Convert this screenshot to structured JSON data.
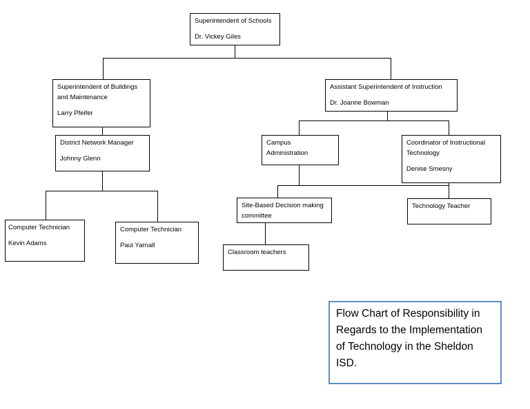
{
  "nodes": {
    "superintendent": {
      "title": "Superintendent of Schools",
      "name": "Dr. Vickey Giles"
    },
    "buildings": {
      "title": "Superintendent of Buildings and Maintenance",
      "name": "Larry Pfeifer"
    },
    "instruction": {
      "title": "Assistant Superintendent of Instruction",
      "name": "Dr. Joanne Bowman"
    },
    "network": {
      "title": "District Network Manager",
      "name": "Johnny Glenn"
    },
    "campus": {
      "title": "Campus Administration"
    },
    "coordinator": {
      "title": "Coordinator of Instructional Technology",
      "name": "Denise Smesny"
    },
    "tech1": {
      "title": "Computer Technician",
      "name": "Kevin Adams"
    },
    "tech2": {
      "title": "Computer Technician",
      "name": "Paul Yarnall"
    },
    "sbdm": {
      "title": "Site-Based Decision making committee"
    },
    "tech_teacher": {
      "title": "Technology Teacher"
    },
    "classroom": {
      "title": "Classroom teachers"
    }
  },
  "caption": "Flow Chart of Responsibility in Regards to the Implementation of Technology in the Sheldon ISD."
}
